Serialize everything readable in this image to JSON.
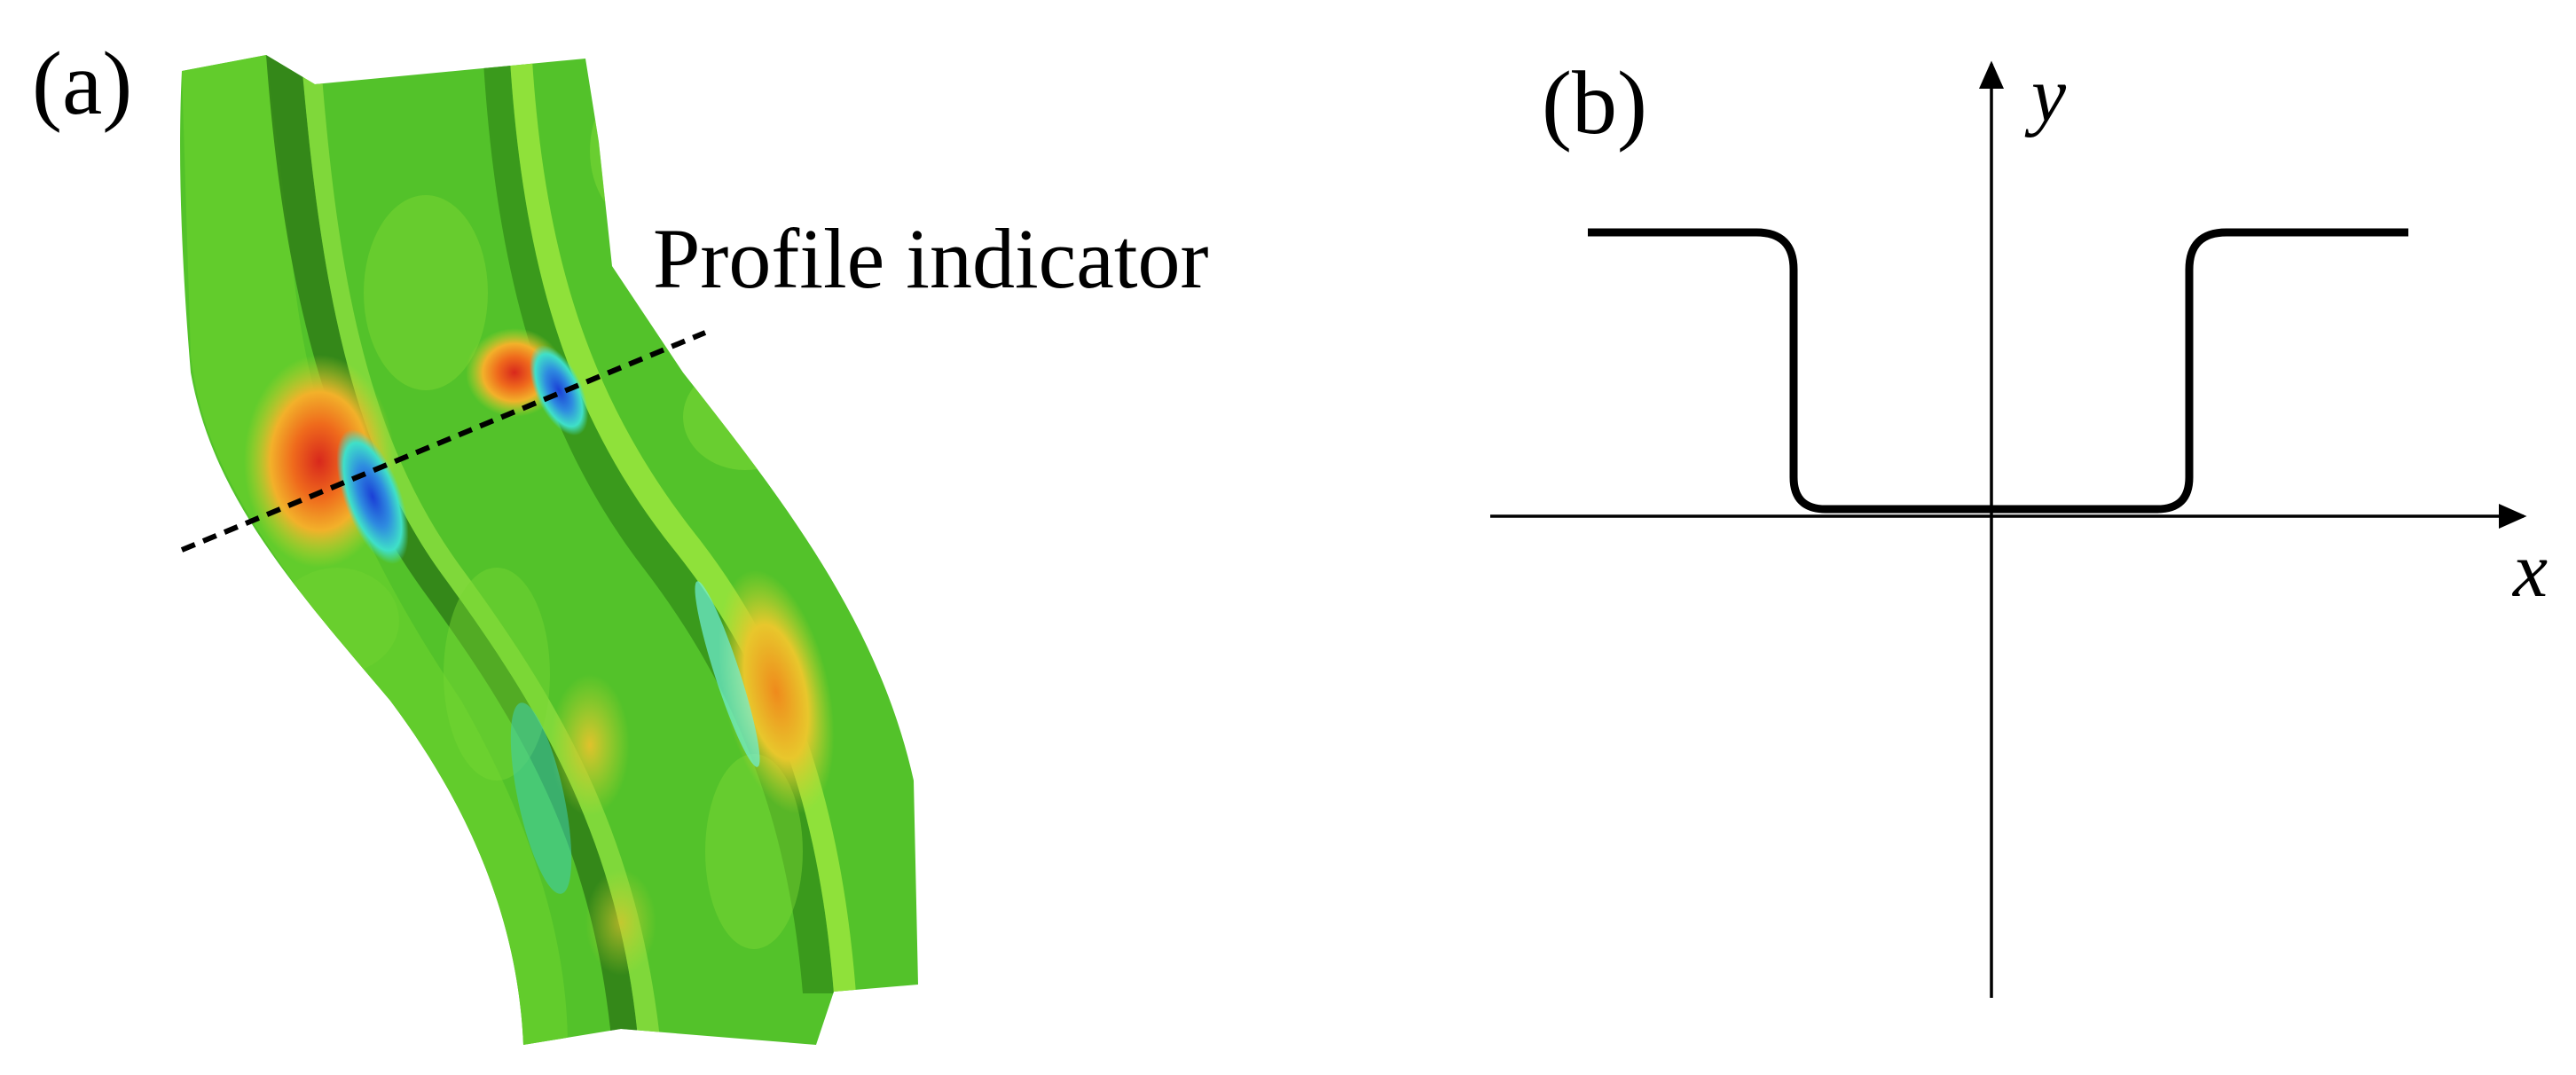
{
  "panel_a": {
    "label": "(a)",
    "annotation": "Profile indicator",
    "colors": {
      "base": "#53c22a",
      "light_green": "#8fe13a",
      "yellow": "#c8d62e",
      "orange": "#ef8a1c",
      "red": "#d8281c",
      "cyan": "#3fe0c8",
      "blue": "#1b3fd6"
    }
  },
  "panel_b": {
    "label": "(b)",
    "x_axis_label": "x",
    "y_axis_label": "y"
  }
}
